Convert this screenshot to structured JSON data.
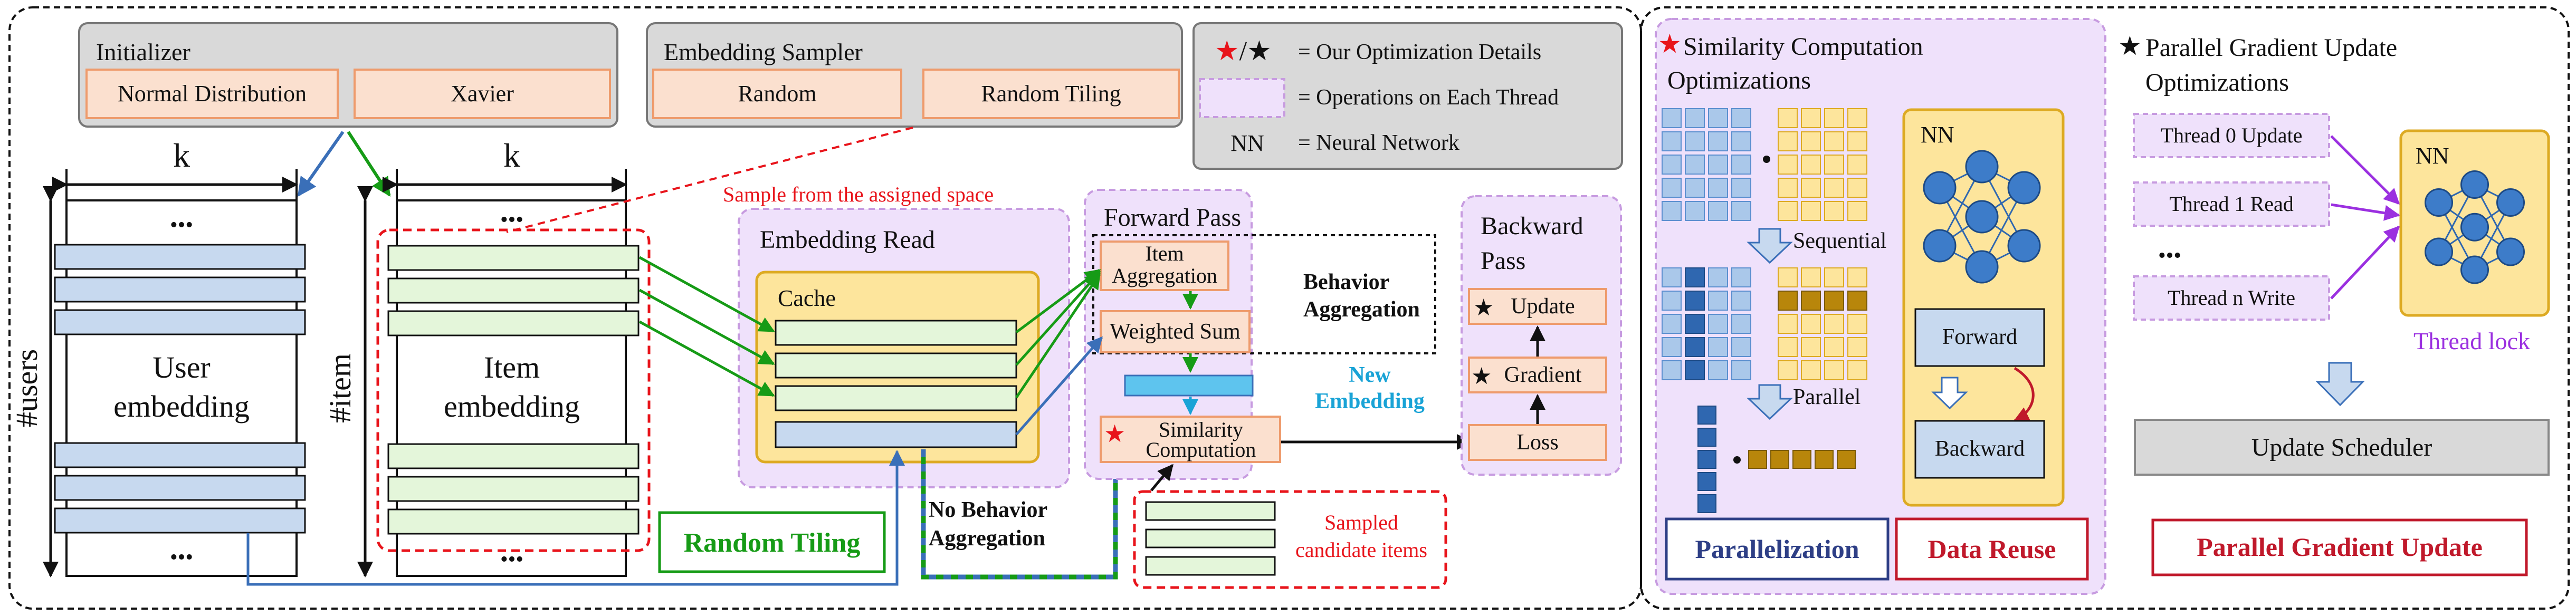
{
  "initializer": {
    "title": "Initializer",
    "options": [
      "Normal Distribution",
      "Xavier"
    ]
  },
  "embedding_sampler": {
    "title": "Embedding Sampler",
    "options": [
      "Random",
      "Random Tiling"
    ]
  },
  "legend": {
    "stars_label": "★/★",
    "stars_text": "= Our Optimization Details",
    "thread_text": "= Operations on Each Thread",
    "nn_label": "NN",
    "nn_text": "= Neural Network"
  },
  "user_table": {
    "k": "k",
    "axis": "#users",
    "label_line1": "User",
    "label_line2": "embedding",
    "top_dots": "•••",
    "bottom_dots": "•••"
  },
  "item_table": {
    "k": "k",
    "axis": "#item",
    "label_line1": "Item",
    "label_line2": "embedding",
    "top_dots": "•••",
    "bottom_dots": "•••"
  },
  "sample_note": "Sample from the assigned space",
  "random_tiling_label": "Random Tiling",
  "embedding_read": {
    "title": "Embedding Read",
    "cache": "Cache"
  },
  "no_behavior": {
    "line1": "No Behavior",
    "line2": "Aggregation"
  },
  "forward_pass": {
    "title": "Forward Pass",
    "item_agg_line1": "Item",
    "item_agg_line2": "Aggregation",
    "weighted_sum": "Weighted Sum",
    "similarity_line1": "Similarity",
    "similarity_line2": "Computation",
    "behavior_line1": "Behavior",
    "behavior_line2": "Aggregation",
    "new_emb_line1": "New",
    "new_emb_line2": "Embedding"
  },
  "candidates": {
    "line1": "Sampled",
    "line2": "candidate items"
  },
  "backward_pass": {
    "title_line1": "Backward",
    "title_line2": "Pass",
    "update": "Update",
    "gradient": "Gradient",
    "loss": "Loss"
  },
  "similarity_panel": {
    "title_line1": "Similarity Computation",
    "title_line2": "Optimizations",
    "sequential": "Sequential",
    "parallel": "Parallel",
    "nn": "NN",
    "forward": "Forward",
    "backward": "Backward",
    "parallelization": "Parallelization",
    "data_reuse": "Data Reuse"
  },
  "gradient_panel": {
    "title_line1": "Parallel Gradient Update",
    "title_line2": "Optimizations",
    "thread0": "Thread 0 Update",
    "thread1": "Thread 1 Read",
    "dots": "•••",
    "threadn": "Thread n Write",
    "nn": "NN",
    "thread_lock": "Thread lock",
    "scheduler": "Update Scheduler",
    "footer": "Parallel Gradient Update"
  },
  "colors": {
    "red": "#e8141b",
    "green": "#169b16",
    "blue": "#3a6fb8",
    "purple": "#9b30e0",
    "cyan": "#19a3d6",
    "panel_fill": "#efe1fb",
    "salmon_fill": "#fbe0cf",
    "salmon_stroke": "#ee9b6c",
    "gray_fill": "#d9d9d9",
    "yellow_fill": "#fde59c",
    "gold_stroke": "#ddaa22",
    "light_blue": "#c7d9ef",
    "light_green": "#e4f6da",
    "dark_navy": "#2e3f86",
    "dark_red": "#c0192b"
  }
}
